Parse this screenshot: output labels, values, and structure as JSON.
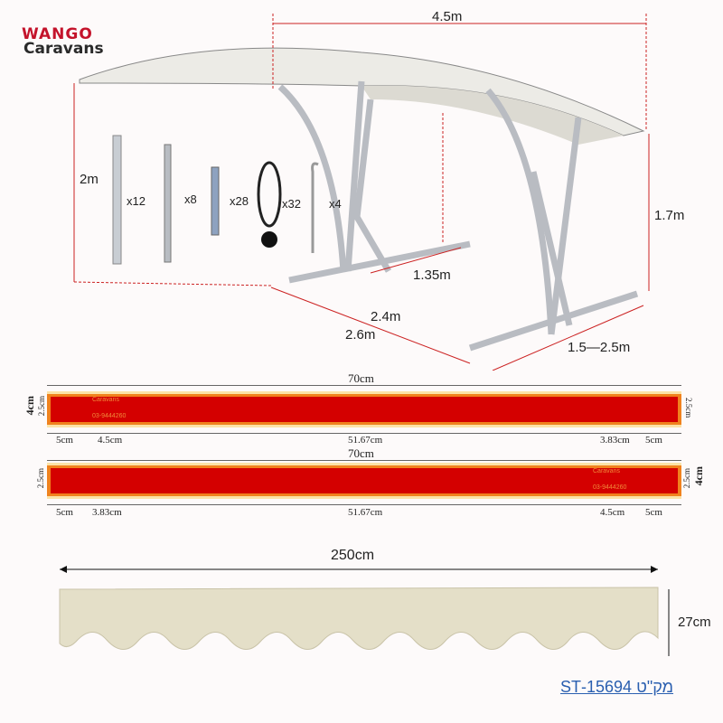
{
  "brand": {
    "line1": "WANGO",
    "line2": "Caravans"
  },
  "canopy": {
    "width": "4.5m",
    "height_front": "2m",
    "height_back": "1.7m",
    "inner_depth": "1.35m",
    "depth_a": "2.4m",
    "depth_b": "2.6m",
    "base_width": "1.5—2.5m"
  },
  "hardware": [
    {
      "name": "long-bolt",
      "qty": "x12"
    },
    {
      "name": "bolt",
      "qty": "x8"
    },
    {
      "name": "cap-bolt",
      "qty": "x28"
    },
    {
      "name": "bungee-ball",
      "qty": "x32"
    },
    {
      "name": "ground-peg",
      "qty": "x4"
    }
  ],
  "strip_top": {
    "total": "70cm",
    "height": "4cm",
    "inner": "2.5cm",
    "inner_right": "2.5cm",
    "segments": [
      "5cm",
      "4.5cm",
      "51.67cm",
      "3.83cm",
      "5cm"
    ],
    "phone": "03-9444260"
  },
  "strip_bottom": {
    "total": "70cm",
    "height": "4cm",
    "inner": "2.5cm",
    "inner_left": "2.5cm",
    "segments": [
      "5cm",
      "3.83cm",
      "51.67cm",
      "4.5cm",
      "5cm"
    ],
    "phone": "03-9444260"
  },
  "valance": {
    "width": "250cm",
    "height": "27cm",
    "color": "#e4dfc8"
  },
  "sku": "מק\"ט 15694-ST",
  "colors": {
    "strip_red": "#d40000",
    "strip_orange": "#f0821e",
    "dim_line": "#cc2222",
    "brand_red": "#c4132b"
  }
}
